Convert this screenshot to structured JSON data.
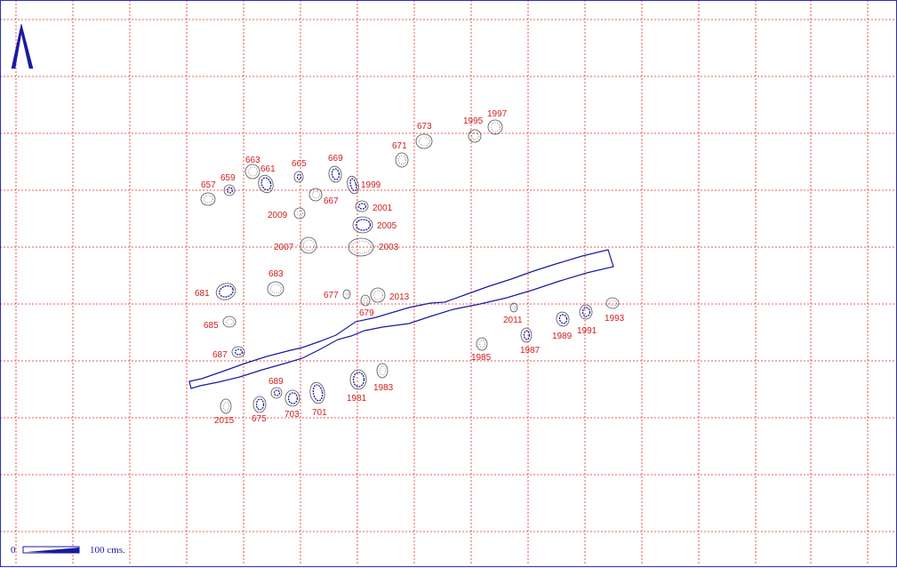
{
  "map": {
    "colors": {
      "grid": "#e02a2a",
      "outline": "#1a1aa0",
      "label": "#d02020",
      "feature": "#505050",
      "frame": "#2a2ad0"
    },
    "north_arrow": {
      "icon": "north-arrow-icon"
    },
    "scale_bar": {
      "start_label": "0",
      "end_label": "100 cms."
    },
    "features": [
      {
        "id": "663",
        "label": "663"
      },
      {
        "id": "661",
        "label": "661"
      },
      {
        "id": "665",
        "label": "665"
      },
      {
        "id": "669",
        "label": "669"
      },
      {
        "id": "671",
        "label": "671"
      },
      {
        "id": "673",
        "label": "673"
      },
      {
        "id": "1995",
        "label": "1995"
      },
      {
        "id": "1997",
        "label": "1997"
      },
      {
        "id": "659",
        "label": "659"
      },
      {
        "id": "657",
        "label": "657"
      },
      {
        "id": "1999",
        "label": "1999"
      },
      {
        "id": "667",
        "label": "667"
      },
      {
        "id": "2001",
        "label": "2001"
      },
      {
        "id": "2009",
        "label": "2009"
      },
      {
        "id": "2005",
        "label": "2005"
      },
      {
        "id": "2007",
        "label": "2007"
      },
      {
        "id": "2003",
        "label": "2003"
      },
      {
        "id": "683",
        "label": "683"
      },
      {
        "id": "681",
        "label": "681"
      },
      {
        "id": "677",
        "label": "677"
      },
      {
        "id": "2013",
        "label": "2013"
      },
      {
        "id": "679",
        "label": "679"
      },
      {
        "id": "685",
        "label": "685"
      },
      {
        "id": "687",
        "label": "687"
      },
      {
        "id": "2011",
        "label": "2011"
      },
      {
        "id": "1989",
        "label": "1989"
      },
      {
        "id": "1991",
        "label": "1991"
      },
      {
        "id": "1993",
        "label": "1993"
      },
      {
        "id": "1987",
        "label": "1987"
      },
      {
        "id": "1985",
        "label": "1985"
      },
      {
        "id": "689",
        "label": "689"
      },
      {
        "id": "1981",
        "label": "1981"
      },
      {
        "id": "1983",
        "label": "1983"
      },
      {
        "id": "701",
        "label": "701"
      },
      {
        "id": "703",
        "label": "703"
      },
      {
        "id": "675",
        "label": "675"
      },
      {
        "id": "2015",
        "label": "2015"
      }
    ]
  }
}
